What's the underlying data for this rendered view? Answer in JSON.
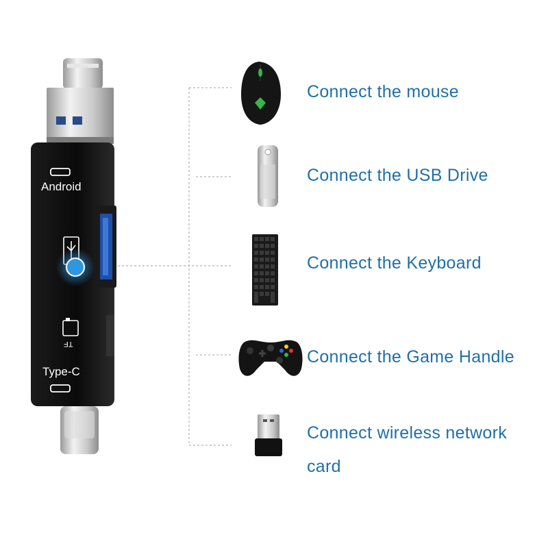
{
  "adapter": {
    "top_port_label": "Android",
    "bottom_port_label": "Type-C",
    "tf_label": "TF"
  },
  "items": [
    {
      "id": "mouse",
      "icon": "gaming-mouse-icon",
      "label": "Connect the mouse"
    },
    {
      "id": "usb-drive",
      "icon": "usb-drive-icon",
      "label": "Connect the USB Drive"
    },
    {
      "id": "keyboard",
      "icon": "keyboard-icon",
      "label": "Connect the Keyboard"
    },
    {
      "id": "game-handle",
      "icon": "gamepad-icon",
      "label": "Connect the Game Handle"
    },
    {
      "id": "wifi-card",
      "icon": "wireless-adapter-icon",
      "label_line1": "Connect wireless network",
      "label_line2": "card"
    }
  ],
  "colors": {
    "caption": "#1f6fa8",
    "highlight_dot": "#2e97e0",
    "connector_line": "#b5b5b5",
    "adapter_body": "#0b0b0b"
  }
}
